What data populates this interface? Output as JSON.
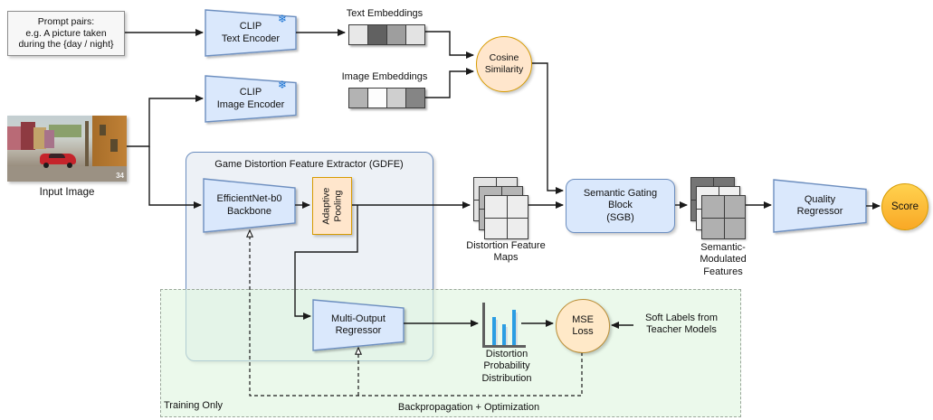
{
  "colors": {
    "blue_fill": "#dae8fc",
    "blue_stroke": "#6c8ebf",
    "orange_fill": "#ffe6cc",
    "orange_stroke": "#d79b00",
    "tan_fill": "#ffe9c8",
    "tan_stroke": "#ba8e36",
    "score_fill": "#f9a825",
    "bar_blue": "#2b9de3"
  },
  "top_branch": {
    "prompt_box": "Prompt pairs:\ne.g. A picture taken\nduring the {day / night}",
    "clip_text_encoder": "CLIP\nText Encoder",
    "clip_image_encoder": "CLIP\nImage Encoder",
    "frozen_icon": "❄",
    "text_embeddings": {
      "label": "Text Embeddings",
      "cells": [
        "#e8e8e8",
        "#616161",
        "#9e9e9e",
        "#e3e3e3"
      ]
    },
    "image_embeddings": {
      "label": "Image Embeddings",
      "cells": [
        "#b3b3b3",
        "#fdfdfd",
        "#cfcfcf",
        "#858585"
      ]
    },
    "cosine_similarity": "Cosine\nSimilarity"
  },
  "input": {
    "label": "Input Image",
    "hud_speed": "34"
  },
  "gdfe": {
    "title": "Game Distortion Feature Extractor (GDFE)",
    "backbone": "EfficientNet-b0\nBackbone",
    "adaptive_pooling": "Adaptive\nPooling",
    "multi_output_regressor": "Multi-Output\nRegressor"
  },
  "middle": {
    "distortion_maps": {
      "label": "Distortion Feature\nMaps",
      "layers": [
        "#e3e3e3",
        "#b5b5b5",
        "#ededed"
      ]
    },
    "sgb": "Semantic Gating\nBlock\n(SGB)",
    "semantic_features": {
      "label": "Semantic-\nModulated\nFeatures",
      "layers": [
        "#757575",
        "#f0f0f0",
        "#b0b0b0"
      ]
    },
    "quality_regressor": "Quality\nRegressor",
    "score": "Score"
  },
  "training": {
    "box_label": "Training Only",
    "backprop_label": "Backpropagation + Optimization",
    "distribution": {
      "label": "Distortion\nProbability\nDistribution",
      "bars": [
        31,
        23,
        39
      ]
    },
    "mse_loss": "MSE\nLoss",
    "soft_labels": "Soft Labels from\nTeacher Models"
  }
}
